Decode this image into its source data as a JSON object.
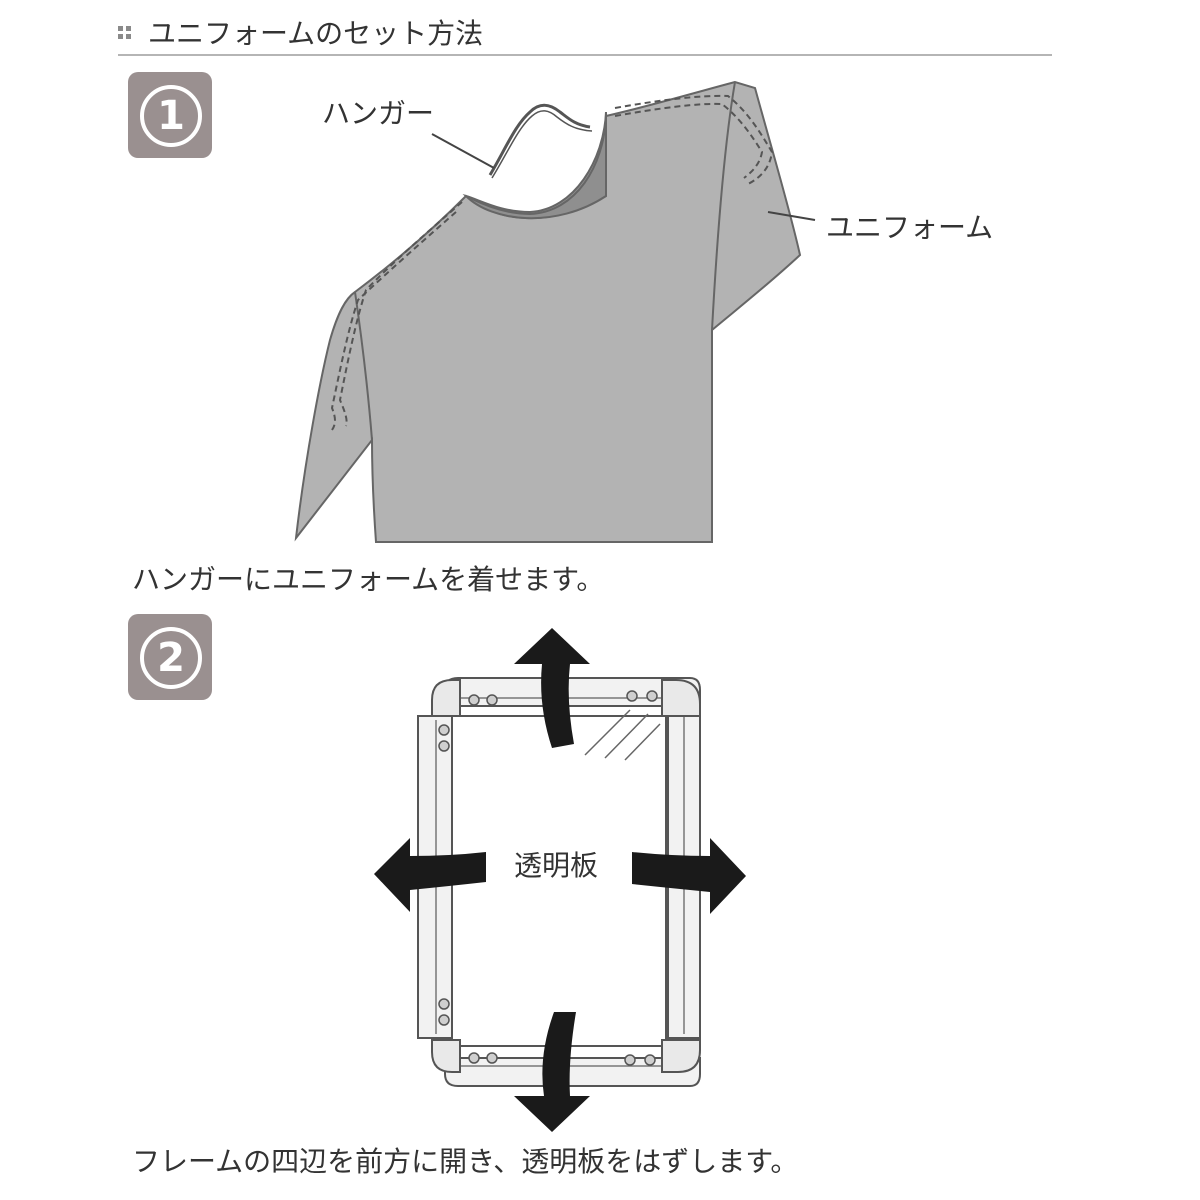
{
  "header": {
    "icon": "four-dot-grid-icon",
    "title": "ユニフォームのセット方法"
  },
  "steps": [
    {
      "number": "1",
      "labels": {
        "hanger": "ハンガー",
        "uniform": "ユニフォーム"
      },
      "caption": "ハンガーにユニフォームを着せます。"
    },
    {
      "number": "2",
      "labels": {
        "panel": "透明板"
      },
      "caption": "フレームの四辺を前方に開き、透明板をはずします。"
    }
  ],
  "colors": {
    "shirt": "#b3b3b3",
    "collar": "#8f8f8f",
    "badge": "#9a9090",
    "arrow": "#1a1a1a",
    "divider": "#b5b5b5"
  }
}
